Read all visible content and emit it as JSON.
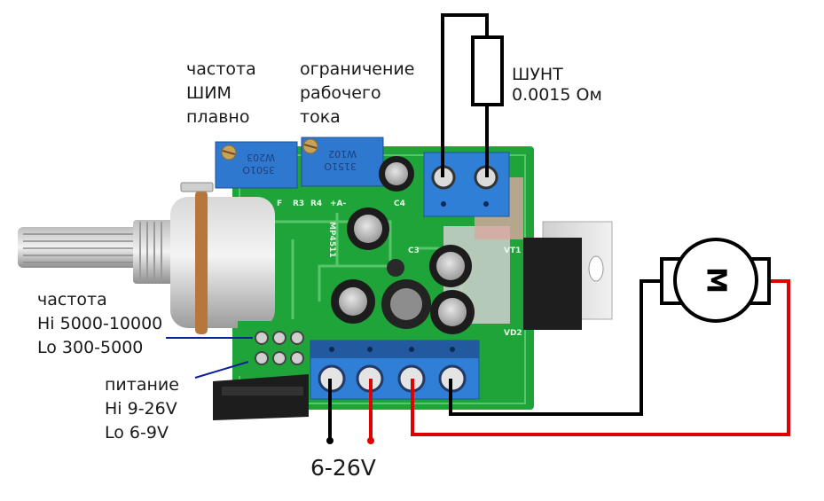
{
  "labels": {
    "pwm_freq": [
      "частота",
      "ШИМ",
      "плавно"
    ],
    "current_limit": [
      "ограничение",
      "рабочего",
      "тока"
    ],
    "shunt": [
      "ШУНТ",
      "0.0015 Ом"
    ],
    "freq_jumper": [
      "частота",
      "Hi 5000-10000",
      "Lo 300-5000"
    ],
    "power_jumper": [
      "питание",
      "Hi 9-26V",
      "Lo 6-9V"
    ],
    "supply_voltage": "6-26V",
    "motor_symbol": "M"
  },
  "board": {
    "trimmer_left": [
      "W203",
      "3501O"
    ],
    "trimmer_right": [
      "W102",
      "3151O"
    ],
    "silkscreen": [
      "F",
      "R3",
      "R4",
      "+A-",
      "MP4511",
      "C4",
      "VT1",
      "VD2",
      "C3"
    ]
  },
  "colors": {
    "pcb": "#1fa43a",
    "terminal_blue": "#2f7fd6",
    "wire_black": "#000000",
    "wire_red": "#e00000",
    "pointer_blue": "#0a1f9a"
  }
}
